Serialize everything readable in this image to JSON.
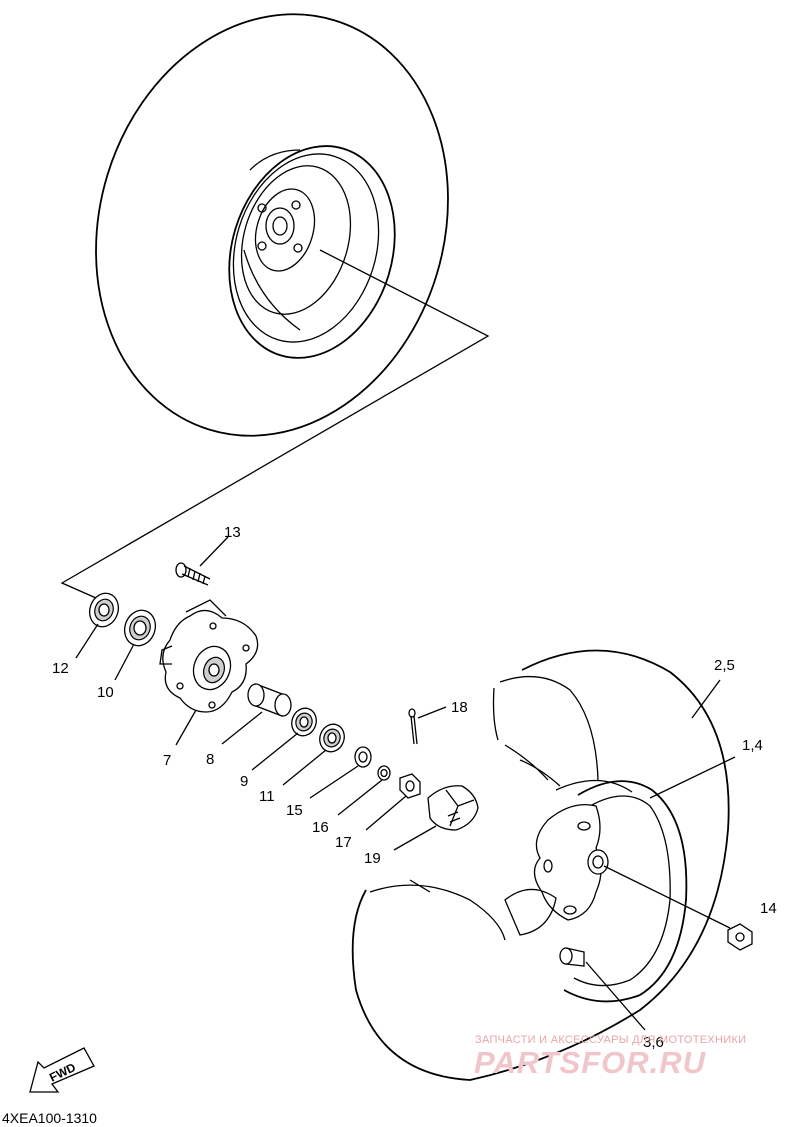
{
  "diagram": {
    "code": "4XEA100-1310",
    "fwd_label": "FWD",
    "part_labels": [
      {
        "id": "label-13",
        "text": "13"
      },
      {
        "id": "label-12",
        "text": "12"
      },
      {
        "id": "label-10",
        "text": "10"
      },
      {
        "id": "label-7",
        "text": "7"
      },
      {
        "id": "label-8",
        "text": "8"
      },
      {
        "id": "label-9",
        "text": "9"
      },
      {
        "id": "label-11",
        "text": "11"
      },
      {
        "id": "label-15",
        "text": "15"
      },
      {
        "id": "label-16",
        "text": "16"
      },
      {
        "id": "label-17",
        "text": "17"
      },
      {
        "id": "label-19",
        "text": "19"
      },
      {
        "id": "label-18",
        "text": "18"
      },
      {
        "id": "label-2-5",
        "text": "2,5"
      },
      {
        "id": "label-1-4",
        "text": "1,4"
      },
      {
        "id": "label-14",
        "text": "14"
      },
      {
        "id": "label-3-6",
        "text": "3,6"
      }
    ]
  },
  "watermark": {
    "top_text": "ЗАПЧАСТИ И АКСЕССУАРЫ ДЛЯ МОТОТЕХНИКИ",
    "main_text": "PARTSFOR.RU"
  }
}
